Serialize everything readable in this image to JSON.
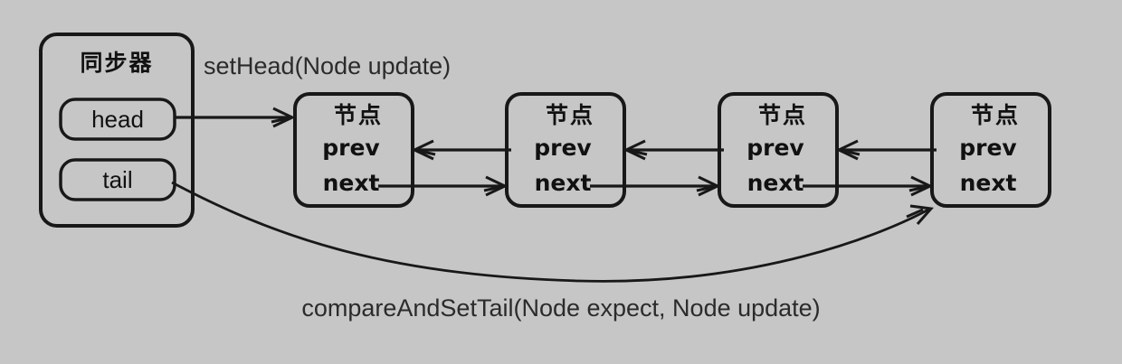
{
  "diagram": {
    "title_alt": "AQS synchronizer head/tail node linked list diagram",
    "background_color": "#c6c6c6",
    "stroke_color": "#181818",
    "sync_container": {
      "label": "同步器",
      "pointers": [
        {
          "id": "head",
          "label": "head"
        },
        {
          "id": "tail",
          "label": "tail"
        }
      ]
    },
    "method_labels": {
      "set_head": "setHead(Node update)",
      "compare_and_set_tail": "compareAndSetTail(Node expect, Node update)"
    },
    "node_title": "节点",
    "node_fields": {
      "prev": "prev",
      "next": "next"
    },
    "nodes": [
      {
        "index": 1,
        "title": "节点",
        "prev": "prev",
        "next": "next"
      },
      {
        "index": 2,
        "title": "节点",
        "prev": "prev",
        "next": "next"
      },
      {
        "index": 3,
        "title": "节点",
        "prev": "prev",
        "next": "next"
      },
      {
        "index": 4,
        "title": "节点",
        "prev": "prev",
        "next": "next"
      }
    ],
    "edges": [
      {
        "from": "head",
        "to": "node-1",
        "kind": "head-pointer",
        "direction": "right"
      },
      {
        "from": "node-2",
        "to": "node-1",
        "kind": "prev-link",
        "direction": "left"
      },
      {
        "from": "node-3",
        "to": "node-2",
        "kind": "prev-link",
        "direction": "left"
      },
      {
        "from": "node-4",
        "to": "node-3",
        "kind": "prev-link",
        "direction": "left"
      },
      {
        "from": "node-1",
        "to": "node-2",
        "kind": "next-link",
        "direction": "right"
      },
      {
        "from": "node-2",
        "to": "node-3",
        "kind": "next-link",
        "direction": "right"
      },
      {
        "from": "node-3",
        "to": "node-4",
        "kind": "next-link",
        "direction": "right"
      },
      {
        "from": "tail",
        "to": "node-4",
        "kind": "tail-pointer",
        "direction": "curve-right"
      }
    ]
  }
}
